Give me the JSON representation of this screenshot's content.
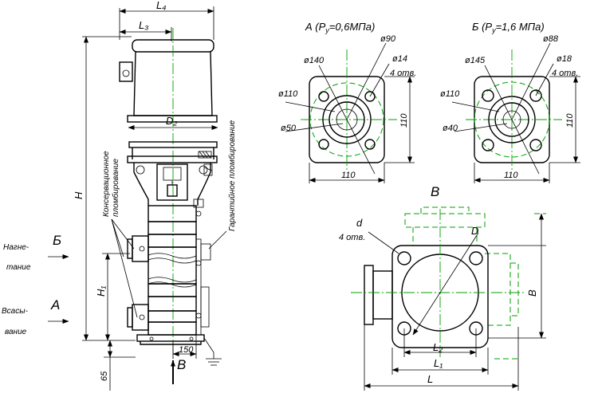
{
  "pump_view": {
    "L4": "L₄",
    "L3": "L₃",
    "D2": "D₂",
    "H": "H",
    "H1": "H₁",
    "dim_150": "150",
    "dim_65": "65",
    "view_arrow_B": "B",
    "seal_conservation": "Консервационное\nпломбирование",
    "seal_guarantee": "Гарантийное пломбирование",
    "discharge_label": "Нагне-\nтание",
    "suction_label": "Всасы-\nвание",
    "flange_B_letter": "Б",
    "flange_A_letter": "А"
  },
  "flange_A": {
    "title": "А (Pу=0,6МПа)",
    "d_bolt_circle": "ø140",
    "d_outer": "ø90",
    "d_holes": "ø14",
    "holes_count": "4 отв.",
    "d_mid": "ø110",
    "d_bore": "ø50",
    "width": "110",
    "height": "110"
  },
  "flange_B": {
    "title": "Б (Pу=1,6 МПа)",
    "d_bolt_circle": "ø145",
    "d_outer": "ø88",
    "d_holes": "ø18",
    "holes_count": "4 отв.",
    "d_mid": "ø110",
    "d_bore": "ø40",
    "width": "110",
    "height": "110"
  },
  "view_B": {
    "title": "В",
    "d_label": "d",
    "holes_count": "4 отв.",
    "D_label": "D",
    "L2": "L₂",
    "L1": "L₁",
    "L": "L",
    "B": "B"
  },
  "colors": {
    "lines": "#000000",
    "centerlines": "#00a000",
    "background": "#ffffff"
  }
}
